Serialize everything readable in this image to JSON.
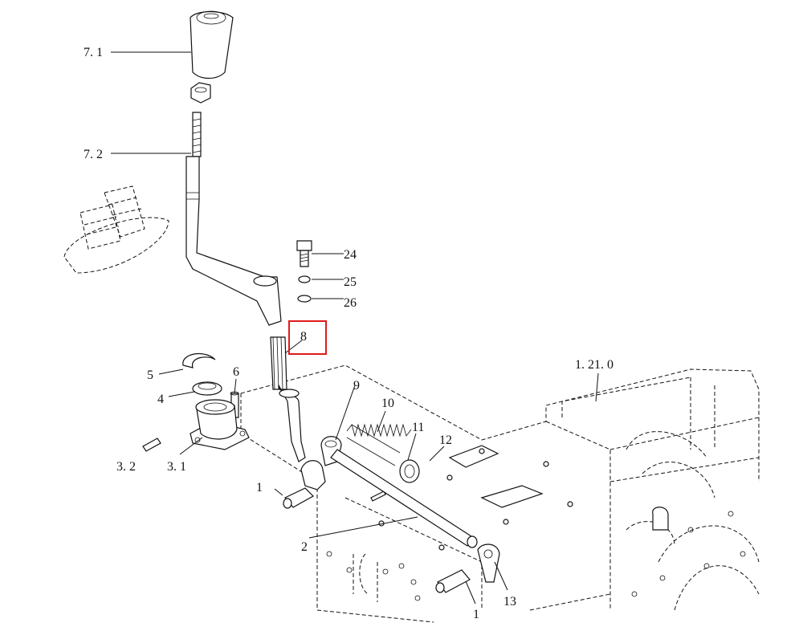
{
  "labels": {
    "p7_1": "7. 1",
    "p7_2": "7. 2",
    "p24": "24",
    "p25": "25",
    "p26": "26",
    "p8": "8",
    "p5": "5",
    "p6": "6",
    "p4": "4",
    "p1_21_0": "1. 21. 0",
    "p9": "9",
    "p10": "10",
    "p11": "11",
    "p12": "12",
    "p3_2": "3. 2",
    "p3_1": "3. 1",
    "p1_left": "1",
    "p2": "2",
    "p1_bottom": "1",
    "p13": "13"
  },
  "highlight": {
    "part": "8",
    "color": "#e01b1b"
  }
}
